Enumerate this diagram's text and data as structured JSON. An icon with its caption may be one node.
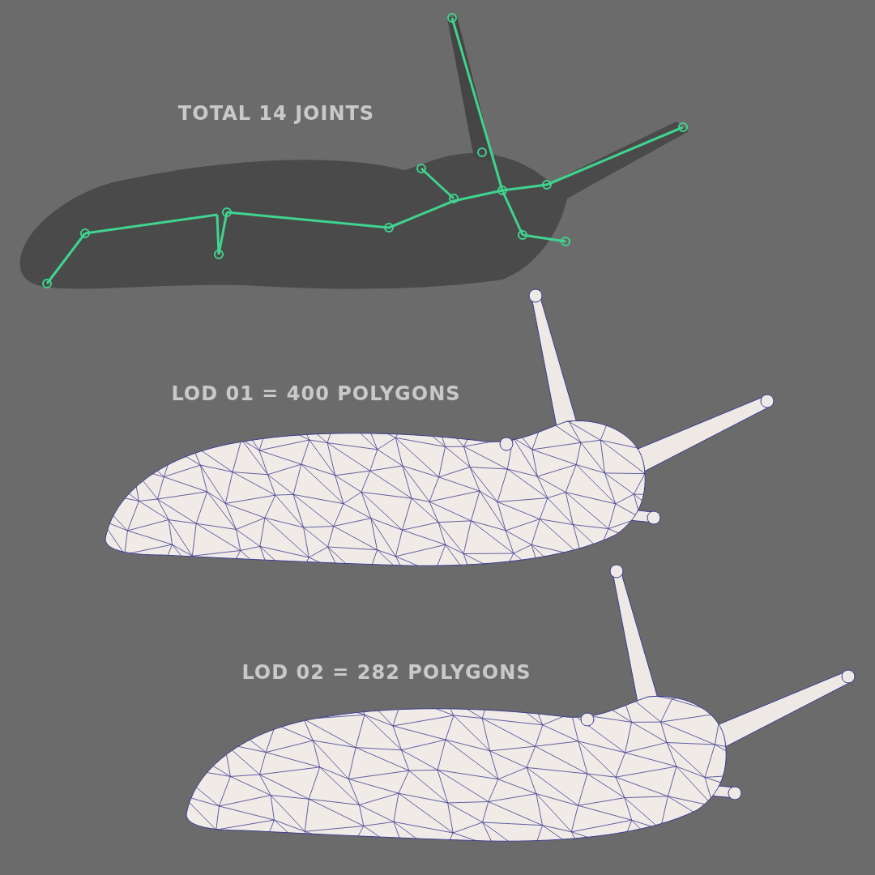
{
  "diagram": {
    "labels": [
      "TOTAL 14 JOINTS",
      "LOD 01 = 400 POLYGONS",
      "LOD 02 = 282 POLYGONS"
    ]
  }
}
